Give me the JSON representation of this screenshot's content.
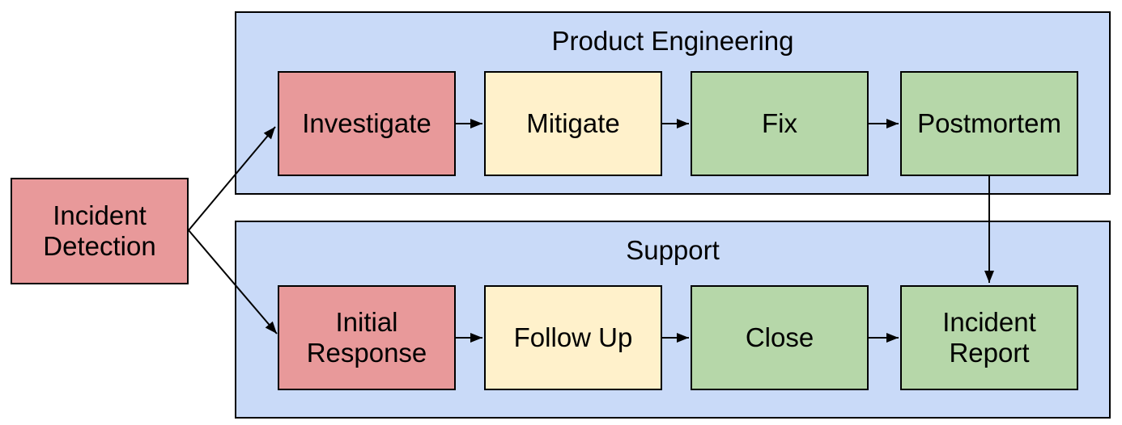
{
  "colors": {
    "red": "#E8999A",
    "yellow": "#FFF1CB",
    "green": "#B6D7A9",
    "blue": "#C9DAF8",
    "border": "#000000",
    "text": "#000000",
    "background": "#FFFFFF"
  },
  "groups": {
    "product_engineering": {
      "title": "Product Engineering",
      "color": "blue"
    },
    "support": {
      "title": "Support",
      "color": "blue"
    }
  },
  "nodes": {
    "incident_detection": {
      "label": "Incident Detection",
      "color": "red",
      "group": null
    },
    "investigate": {
      "label": "Investigate",
      "color": "red",
      "group": "Product Engineering"
    },
    "mitigate": {
      "label": "Mitigate",
      "color": "yellow",
      "group": "Product Engineering"
    },
    "fix": {
      "label": "Fix",
      "color": "green",
      "group": "Product Engineering"
    },
    "postmortem": {
      "label": "Postmortem",
      "color": "green",
      "group": "Product Engineering"
    },
    "initial_response": {
      "label": "Initial Response",
      "color": "red",
      "group": "Support"
    },
    "follow_up": {
      "label": "Follow Up",
      "color": "yellow",
      "group": "Support"
    },
    "close": {
      "label": "Close",
      "color": "green",
      "group": "Support"
    },
    "incident_report": {
      "label": "Incident Report",
      "color": "green",
      "group": "Support"
    }
  },
  "edges": [
    {
      "from": "Incident Detection",
      "to": "Investigate"
    },
    {
      "from": "Incident Detection",
      "to": "Initial Response"
    },
    {
      "from": "Investigate",
      "to": "Mitigate"
    },
    {
      "from": "Mitigate",
      "to": "Fix"
    },
    {
      "from": "Fix",
      "to": "Postmortem"
    },
    {
      "from": "Postmortem",
      "to": "Incident Report"
    },
    {
      "from": "Initial Response",
      "to": "Follow Up"
    },
    {
      "from": "Follow Up",
      "to": "Close"
    },
    {
      "from": "Close",
      "to": "Incident Report"
    }
  ]
}
